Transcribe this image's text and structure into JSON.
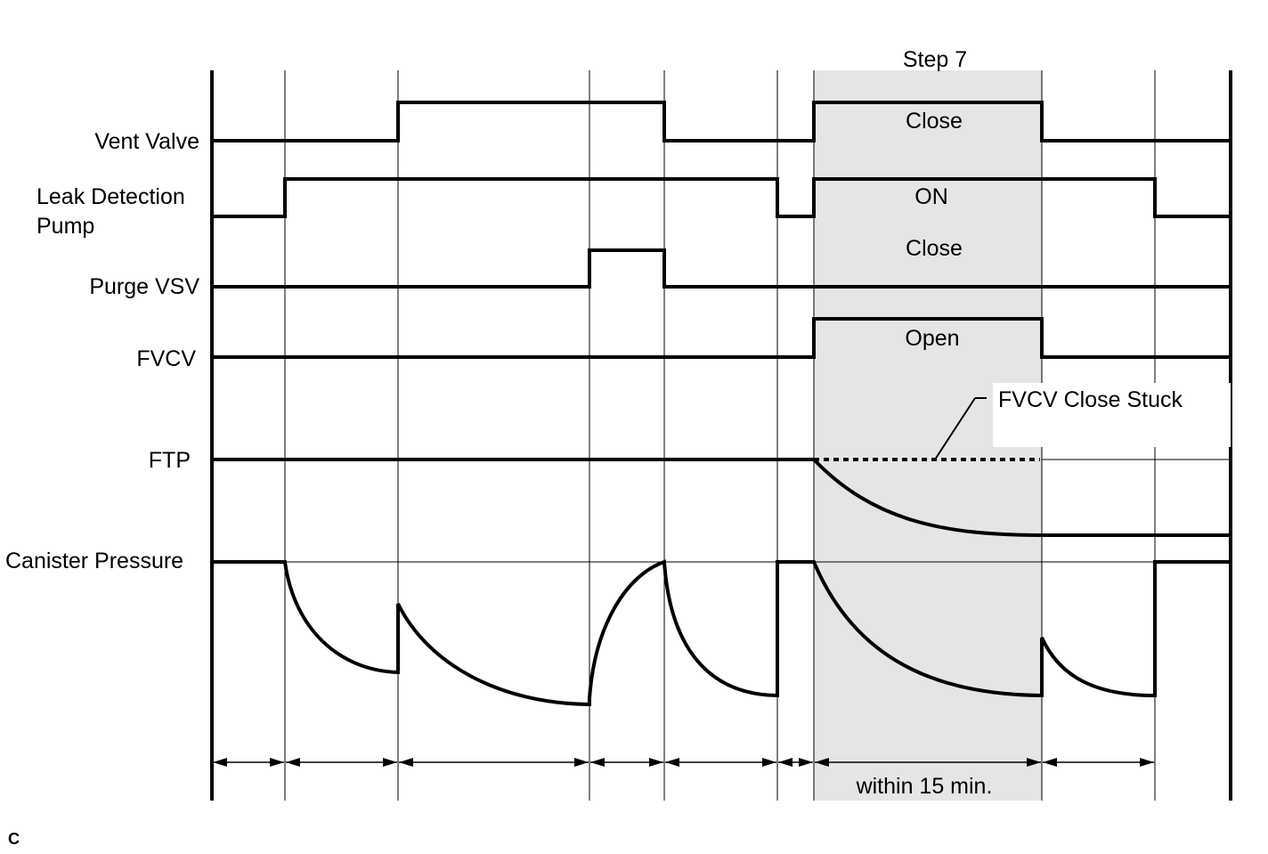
{
  "signals": {
    "vent_valve": "Vent Valve",
    "leak_detection_pump_line1": "Leak Detection",
    "leak_detection_pump_line2": "Pump",
    "purge_vsv": "Purge VSV",
    "fvcv": "FVCV",
    "ftp": "FTP",
    "canister_pressure": "Canister Pressure"
  },
  "step_region": {
    "title": "Step 7",
    "vent_valve_state": "Close",
    "pump_state": "ON",
    "purge_vsv_state": "Close",
    "fvcv_state": "Open",
    "duration": "within 15 min.",
    "shade_color": "#e5e5e5"
  },
  "annotations": {
    "fvcv_close_stuck": "FVCV Close Stuck"
  },
  "corner_mark": "C"
}
